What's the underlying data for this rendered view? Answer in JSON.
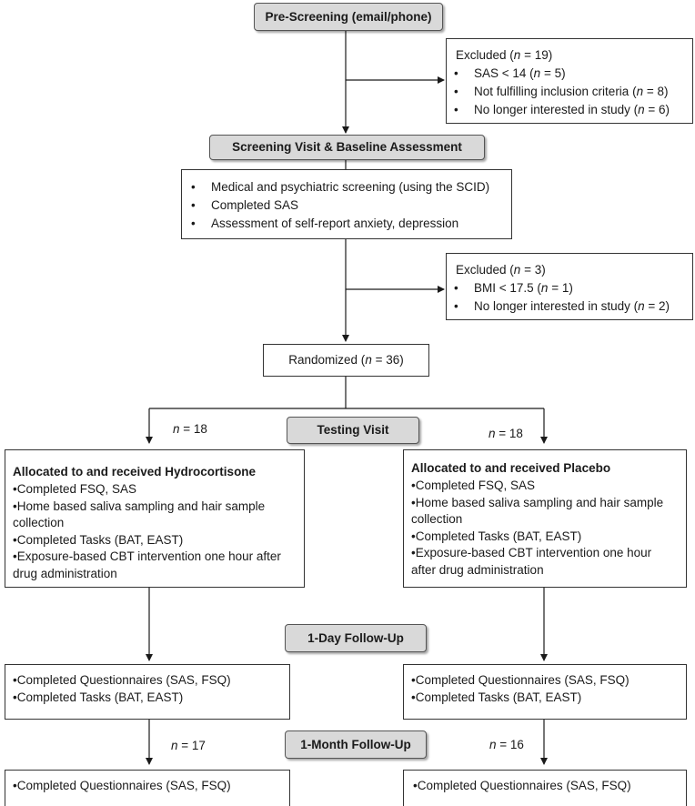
{
  "phases": {
    "prescreening": "Pre-Screening (email/phone)",
    "screening": "Screening Visit & Baseline Assessment",
    "testing": "Testing Visit",
    "followup_day": "1-Day Follow-Up",
    "followup_month": "1-Month Follow-Up"
  },
  "excluded1": {
    "title_prefix": "Excluded (",
    "n_label": "n",
    "title_suffix": " = 19)",
    "items": [
      {
        "text": "SAS < 14 (",
        "n": "n",
        "val": " = 5)"
      },
      {
        "text": "Not fulfilling inclusion criteria (",
        "n": "n",
        "val": " = 8)"
      },
      {
        "text": "No longer interested in study (",
        "n": "n",
        "val": " = 6)"
      }
    ]
  },
  "screening_box": {
    "items": [
      "Medical and psychiatric screening (using the SCID)",
      "Completed SAS",
      "Assessment of self-report anxiety, depression"
    ]
  },
  "excluded2": {
    "title_prefix": "Excluded (",
    "n_label": "n",
    "title_suffix": " = 3)",
    "items": [
      {
        "text": "BMI < 17.5 (",
        "n": "n",
        "val": " = 1)"
      },
      {
        "text": "No longer interested in study (",
        "n": "n",
        "val": " = 2)"
      }
    ]
  },
  "randomized": {
    "prefix": "Randomized (",
    "n": "n",
    "suffix": " = 36)"
  },
  "n_labels": {
    "left_alloc": {
      "n": "n",
      "val": " = 18"
    },
    "right_alloc": {
      "n": "n",
      "val": " = 18"
    },
    "left_month": {
      "n": "n",
      "val": " = 17"
    },
    "right_month": {
      "n": "n",
      "val": " = 16"
    }
  },
  "hydro": {
    "title": "Allocated to and received Hydrocortisone",
    "items": [
      "Completed FSQ, SAS",
      "Home based saliva sampling and hair sample collection",
      "Completed Tasks (BAT, EAST)",
      "Exposure-based CBT intervention one hour after drug administration"
    ]
  },
  "placebo": {
    "title": "Allocated to and received Placebo",
    "items": [
      "Completed FSQ, SAS",
      "Home based saliva sampling and hair sample collection",
      "Completed Tasks (BAT, EAST)",
      "Exposure-based CBT intervention one hour after drug administration"
    ]
  },
  "day_left": {
    "items": [
      "Completed Questionnaires (SAS, FSQ)",
      "Completed Tasks (BAT, EAST)"
    ]
  },
  "day_right": {
    "items": [
      "Completed Questionnaires  (SAS, FSQ)",
      "Completed Tasks (BAT, EAST)"
    ]
  },
  "month_left": {
    "items": [
      "Completed Questionnaires (SAS, FSQ)"
    ]
  },
  "month_right": {
    "items": [
      "Completed Questionnaires (SAS, FSQ)"
    ]
  }
}
